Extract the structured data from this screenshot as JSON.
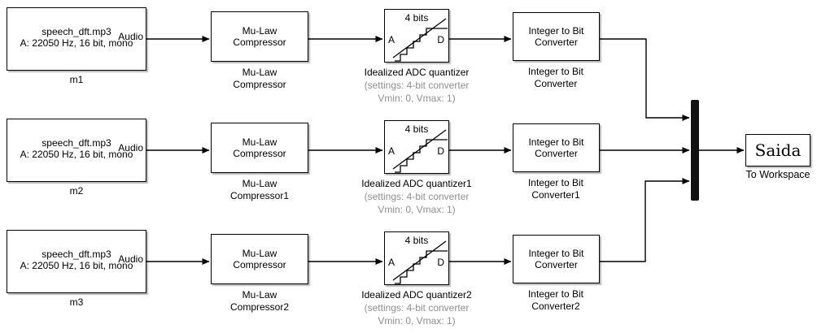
{
  "canvas": {
    "background": "#ffffff",
    "wire_color": "#000000",
    "muted_text_color": "#8f8f8f"
  },
  "rows": [
    {
      "source": {
        "line1": "speech_dft.mp3",
        "line2": "A: 22050 Hz, 16 bit, mono",
        "port_out": "Audio",
        "label": "m1"
      },
      "compressor": {
        "text1": "Mu-Law",
        "text2": "Compressor",
        "label1": "Mu-Law",
        "label2": "Compressor"
      },
      "quantizer": {
        "bits": "4 bits",
        "port_in": "A",
        "port_out": "D",
        "label": "Idealized ADC quantizer",
        "settings1": "(settings: 4-bit converter",
        "settings2": "Vmin: 0, Vmax: 1)"
      },
      "converter": {
        "text1": "Integer to Bit",
        "text2": "Converter",
        "label1": "Integer to Bit",
        "label2": "Converter"
      }
    },
    {
      "source": {
        "line1": "speech_dft.mp3",
        "line2": "A: 22050 Hz, 16 bit, mono",
        "port_out": "Audio",
        "label": "m2"
      },
      "compressor": {
        "text1": "Mu-Law",
        "text2": "Compressor",
        "label1": "Mu-Law",
        "label2": "Compressor1"
      },
      "quantizer": {
        "bits": "4 bits",
        "port_in": "A",
        "port_out": "D",
        "label": "Idealized ADC quantizer1",
        "settings1": "(settings: 4-bit converter",
        "settings2": "Vmin: 0, Vmax: 1)"
      },
      "converter": {
        "text1": "Integer to Bit",
        "text2": "Converter",
        "label1": "Integer to Bit",
        "label2": "Converter1"
      }
    },
    {
      "source": {
        "line1": "speech_dft.mp3",
        "line2": "A: 22050 Hz, 16 bit, mono",
        "port_out": "Audio",
        "label": "m3"
      },
      "compressor": {
        "text1": "Mu-Law",
        "text2": "Compressor",
        "label1": "Mu-Law",
        "label2": "Compressor2"
      },
      "quantizer": {
        "bits": "4 bits",
        "port_in": "A",
        "port_out": "D",
        "label": "Idealized ADC quantizer2",
        "settings1": "(settings: 4-bit converter",
        "settings2": "Vmin: 0, Vmax: 1)"
      },
      "converter": {
        "text1": "Integer to Bit",
        "text2": "Converter",
        "label1": "Integer to Bit",
        "label2": "Converter2"
      }
    }
  ],
  "sink": {
    "value": "Saida",
    "label": "To Workspace"
  }
}
